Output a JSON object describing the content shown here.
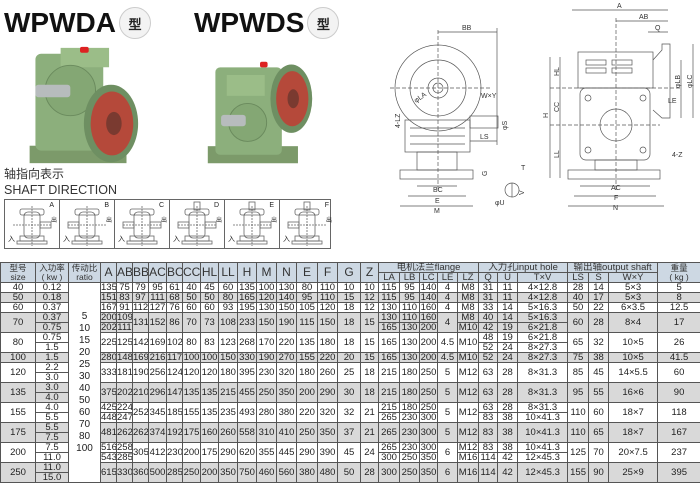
{
  "titles": {
    "left": "WPWDA",
    "right": "WPWDS",
    "suffix": "型"
  },
  "shaft_direction": {
    "title_cn": "轴指向表示",
    "title_en": "SHAFT DIRECTION",
    "in_mark": "入",
    "out_mark": "出",
    "boxes": [
      "A",
      "B",
      "C",
      "D",
      "E",
      "F"
    ]
  },
  "drawing_labels": {
    "BB": "BB",
    "WY": "W×Y",
    "LZ4": "4-LZ",
    "LA": "φLA",
    "S": "φS",
    "LS": "LS",
    "G": "G",
    "BC": "BC",
    "E": "E",
    "M": "M",
    "T": "T",
    "U": "φU",
    "V": "V",
    "A": "A",
    "AB": "AB",
    "Q": "Q",
    "HL": "HL",
    "CC": "CC",
    "H": "H",
    "LL": "LL",
    "LB": "φLB",
    "LC": "φLC",
    "LE": "LE",
    "Z4": "4-Z",
    "AC": "AC",
    "F": "F",
    "N": "N"
  },
  "table": {
    "headers": {
      "size_cn": "型号",
      "size_en": "size",
      "kw_cn": "入功率",
      "kw_en": "( kw )",
      "ratio_cn": "传动比",
      "ratio_en": "ratio",
      "flange": "电机法兰flange",
      "input": "入力孔input hole",
      "output": "输出轴output shaft",
      "weight_cn": "重量",
      "weight_en": "( kg )",
      "cols": [
        "A",
        "AB",
        "BB",
        "AC",
        "BC",
        "CC",
        "HL",
        "LL",
        "H",
        "M",
        "N",
        "E",
        "F",
        "G",
        "Z"
      ],
      "flange_cols": [
        "LA",
        "LB",
        "LC",
        "LE",
        "LZ"
      ],
      "input_cols": [
        "Q",
        "U",
        "T×V"
      ],
      "output_cols": [
        "LS",
        "S",
        "W×Y"
      ]
    },
    "ratios": [
      "5",
      "10",
      "15",
      "20",
      "25",
      "30",
      "40",
      "50",
      "60",
      "70",
      "80",
      "100"
    ],
    "groups": [
      {
        "size": "40",
        "kw": [
          "0.12"
        ],
        "A": "135",
        "AB": "75",
        "BB": "79",
        "AC": "95",
        "BC": "61",
        "CC": "40",
        "HL": "45",
        "LL": "60",
        "H": "135",
        "M": "100",
        "N": "130",
        "E": "80",
        "F": "110",
        "G": "10",
        "Z": "10",
        "LA": "115",
        "LB": "95",
        "LC": "140",
        "LE": "4",
        "LZ": "M8",
        "Q": "31",
        "U": "11",
        "TV": "4×12.8",
        "LS": "28",
        "S": "14",
        "WY": "5×3",
        "kg": "5"
      },
      {
        "size": "50",
        "kw": [
          "0.18"
        ],
        "A": "151",
        "AB": "83",
        "BB": "97",
        "AC": "111",
        "BC": "68",
        "CC": "50",
        "HL": "50",
        "LL": "80",
        "H": "165",
        "M": "120",
        "N": "140",
        "E": "95",
        "F": "110",
        "G": "15",
        "Z": "12",
        "LA": "115",
        "LB": "95",
        "LC": "140",
        "LE": "4",
        "LZ": "M8",
        "Q": "31",
        "U": "11",
        "TV": "4×12.8",
        "LS": "40",
        "S": "17",
        "WY": "5×3",
        "kg": "8"
      },
      {
        "size": "60",
        "kw": [
          "0.37"
        ],
        "A": "167",
        "AB": "91",
        "BB": "112",
        "AC": "127",
        "BC": "76",
        "CC": "60",
        "HL": "60",
        "LL": "93",
        "H": "195",
        "M": "130",
        "N": "150",
        "E": "105",
        "F": "120",
        "G": "18",
        "Z": "12",
        "LA": "130",
        "LB": "110",
        "LC": "160",
        "LE": "4",
        "LZ": "M8",
        "Q": "33",
        "U": "14",
        "TV": "5×16.3",
        "LS": "50",
        "S": "22",
        "WY": "6×3.5",
        "kg": "12.5"
      },
      {
        "size": "70",
        "kw": [
          "0.37",
          "0.75"
        ],
        "A": [
          "200",
          "202"
        ],
        "AB": [
          "109",
          "111"
        ],
        "BB": "131",
        "AC": "152",
        "BC": "86",
        "CC": "70",
        "HL": "73",
        "LL": "108",
        "H": "233",
        "M": "150",
        "N": "190",
        "E": "115",
        "F": "150",
        "G": "18",
        "Z": "15",
        "LA": [
          "130",
          "165"
        ],
        "LB": [
          "110",
          "130"
        ],
        "LC": [
          "160",
          "200"
        ],
        "LE": "4",
        "LZ": [
          "M8",
          "M10"
        ],
        "Q": [
          "40",
          "42"
        ],
        "U": [
          "14",
          "19"
        ],
        "TV": [
          "5×16.3",
          "6×21.8"
        ],
        "LS": "60",
        "S": "28",
        "WY": "8×4",
        "kg": "17"
      },
      {
        "size": "80",
        "kw": [
          "0.75",
          "1.5"
        ],
        "A": "225",
        "AB": "125",
        "BB": "142",
        "AC": "169",
        "BC": "102",
        "CC": "80",
        "HL": "83",
        "LL": "123",
        "H": "268",
        "M": "170",
        "N": "220",
        "E": "135",
        "F": "180",
        "G": "18",
        "Z": "15",
        "LA": "165",
        "LB": "130",
        "LC": "200",
        "LE": "4.5",
        "LZ": "M10",
        "Q": [
          "48",
          "52"
        ],
        "U": [
          "19",
          "24"
        ],
        "TV": [
          "6×21.8",
          "8×27.3"
        ],
        "LS": "65",
        "S": "32",
        "WY": "10×5",
        "kg": "26"
      },
      {
        "size": "100",
        "kw": [
          "1.5"
        ],
        "A": "280",
        "AB": "148",
        "BB": "169",
        "AC": "216",
        "BC": "117",
        "CC": "100",
        "HL": "100",
        "LL": "150",
        "H": "330",
        "M": "190",
        "N": "270",
        "E": "155",
        "F": "220",
        "G": "20",
        "Z": "15",
        "LA": "165",
        "LB": "130",
        "LC": "200",
        "LE": "4.5",
        "LZ": "M10",
        "Q": "52",
        "U": "24",
        "TV": "8×27.3",
        "LS": "75",
        "S": "38",
        "WY": "10×5",
        "kg": "41.5"
      },
      {
        "size": "120",
        "kw": [
          "2.2",
          "3.0"
        ],
        "A": "333",
        "AB": "181",
        "BB": "190",
        "AC": "256",
        "BC": "124",
        "CC": "120",
        "HL": "120",
        "LL": "180",
        "H": "395",
        "M": "230",
        "N": "320",
        "E": "180",
        "F": "260",
        "G": "25",
        "Z": "18",
        "LA": "215",
        "LB": "180",
        "LC": "250",
        "LE": "5",
        "LZ": "M12",
        "Q": "63",
        "U": "28",
        "TV": "8×31.3",
        "LS": "85",
        "S": "45",
        "WY": "14×5.5",
        "kg": "60"
      },
      {
        "size": "135",
        "kw": [
          "3.0",
          "4.0"
        ],
        "A": "375",
        "AB": "202",
        "BB": "210",
        "AC": "296",
        "BC": "147",
        "CC": "135",
        "HL": "135",
        "LL": "215",
        "H": "455",
        "M": "250",
        "N": "350",
        "E": "200",
        "F": "290",
        "G": "30",
        "Z": "18",
        "LA": "215",
        "LB": "180",
        "LC": "250",
        "LE": "5",
        "LZ": "M12",
        "Q": "63",
        "U": "28",
        "TV": "8×31.3",
        "LS": "95",
        "S": "55",
        "WY": "16×6",
        "kg": "90"
      },
      {
        "size": "155",
        "kw": [
          "4.0",
          "5.5"
        ],
        "A": [
          "425",
          "448"
        ],
        "AB": [
          "224",
          "247"
        ],
        "BB": "252",
        "AC": "345",
        "BC": "185",
        "CC": "155",
        "HL": "135",
        "LL": "235",
        "H": "493",
        "M": "280",
        "N": "380",
        "E": "220",
        "F": "320",
        "G": "32",
        "Z": "21",
        "LA": [
          "215",
          "265"
        ],
        "LB": [
          "180",
          "230"
        ],
        "LC": [
          "250",
          "300"
        ],
        "LE": "5",
        "LZ": "M12",
        "Q": [
          "63",
          "83"
        ],
        "U": [
          "28",
          "38"
        ],
        "TV": [
          "8×31.3",
          "10×41.3"
        ],
        "LS": "110",
        "S": "60",
        "WY": "18×7",
        "kg": "118"
      },
      {
        "size": "175",
        "kw": [
          "5.5",
          "7.5"
        ],
        "A": "481",
        "AB": "262",
        "BB": "262",
        "AC": "374",
        "BC": "192",
        "CC": "175",
        "HL": "160",
        "LL": "260",
        "H": "558",
        "M": "310",
        "N": "410",
        "E": "250",
        "F": "350",
        "G": "37",
        "Z": "21",
        "LA": "265",
        "LB": "230",
        "LC": "300",
        "LE": "5",
        "LZ": "M12",
        "Q": "83",
        "U": "38",
        "TV": "10×41.3",
        "LS": "110",
        "S": "65",
        "WY": "18×7",
        "kg": "167"
      },
      {
        "size": "200",
        "kw": [
          "7.5",
          "11.0"
        ],
        "A": [
          "516",
          "543"
        ],
        "AB": [
          "258",
          "285"
        ],
        "BB": "305",
        "AC": "412",
        "BC": "230",
        "CC": "200",
        "HL": "175",
        "LL": "290",
        "H": "620",
        "M": "355",
        "N": "445",
        "E": "290",
        "F": "390",
        "G": "45",
        "Z": "24",
        "LA": [
          "265",
          "300"
        ],
        "LB": [
          "230",
          "250"
        ],
        "LC": [
          "300",
          "350"
        ],
        "LE": "6",
        "LZ": [
          "M12",
          "M16"
        ],
        "Q": [
          "83",
          "114"
        ],
        "U": [
          "38",
          "42"
        ],
        "TV": [
          "10×41.3",
          "12×45.3"
        ],
        "LS": "125",
        "S": "70",
        "WY": "20×7.5",
        "kg": "237"
      },
      {
        "size": "250",
        "kw": [
          "11.0",
          "15.0"
        ],
        "A": "615",
        "AB": "330",
        "BB": "360",
        "AC": "500",
        "BC": "285",
        "CC": "250",
        "HL": "200",
        "LL": "350",
        "H": "750",
        "M": "460",
        "N": "560",
        "E": "380",
        "F": "480",
        "G": "50",
        "Z": "28",
        "LA": "300",
        "LB": "250",
        "LC": "350",
        "LE": "6",
        "LZ": "M16",
        "Q": "114",
        "U": "42",
        "TV": "12×45.3",
        "LS": "155",
        "S": "90",
        "WY": "25×9",
        "kg": "395"
      }
    ]
  }
}
